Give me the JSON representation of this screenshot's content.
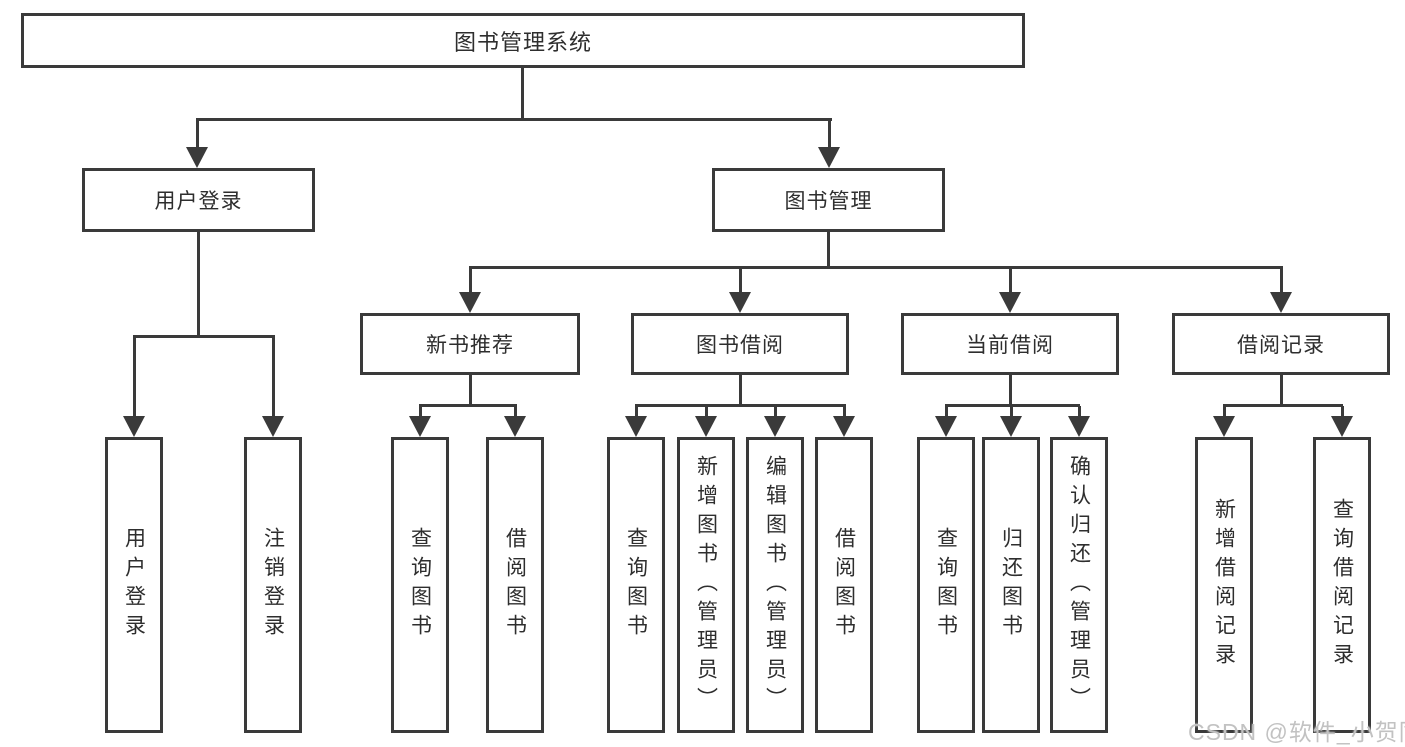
{
  "colors": {
    "line": "#3a3a3a",
    "text": "#2e2e2e",
    "watermark": "#c2c2c2"
  },
  "watermark": "CSDN @软件_小贺同学",
  "tree": {
    "root": "图书管理系统",
    "children": [
      {
        "label": "用户登录",
        "children": [
          "用户登录",
          "注销登录"
        ]
      },
      {
        "label": "图书管理",
        "children": [
          {
            "label": "新书推荐",
            "children": [
              "查询图书",
              "借阅图书"
            ]
          },
          {
            "label": "图书借阅",
            "children": [
              "查询图书",
              "新增图书（管理员）",
              "编辑图书（管理员）",
              "借阅图书"
            ]
          },
          {
            "label": "当前借阅",
            "children": [
              "查询图书",
              "归还图书",
              "确认归还（管理员）"
            ]
          },
          {
            "label": "借阅记录",
            "children": [
              "新增借阅记录",
              "查询借阅记录"
            ]
          }
        ]
      }
    ]
  }
}
